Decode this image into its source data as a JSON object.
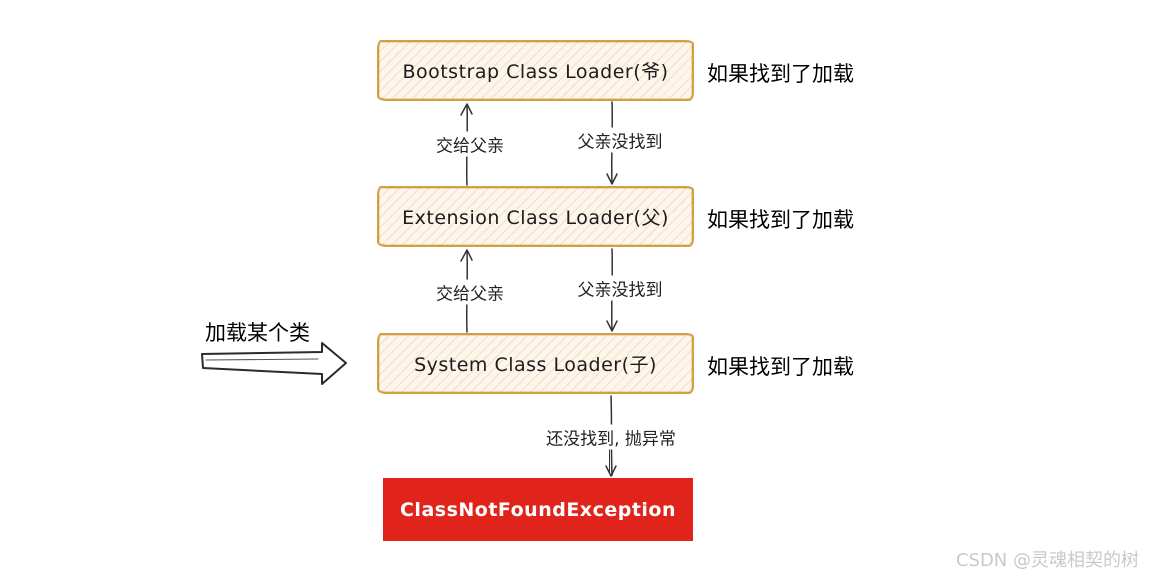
{
  "diagram": {
    "boxes": [
      {
        "label": "Bootstrap Class Loader(爷)",
        "note": "如果找到了加载"
      },
      {
        "label": "Extension Class Loader(父)",
        "note": "如果找到了加载"
      },
      {
        "label": "System Class Loader(子)",
        "note": "如果找到了加载"
      }
    ],
    "exception_box": {
      "label": "ClassNotFoundException"
    },
    "edge_labels": {
      "to_parent": "交给父亲",
      "parent_not_found": "父亲没找到",
      "not_found_throw": "还没找到, 抛异常"
    },
    "start_label": "加载某个类",
    "colors": {
      "box_border": "#d39e44",
      "box_fill": "#fdf6ec",
      "box_hatch": "#f4dfc0",
      "exception_red": "#e0241b",
      "arrow_stroke": "#333333",
      "watermark_gray": "#c9c9c9"
    }
  },
  "watermark": "CSDN @灵魂相契的树"
}
